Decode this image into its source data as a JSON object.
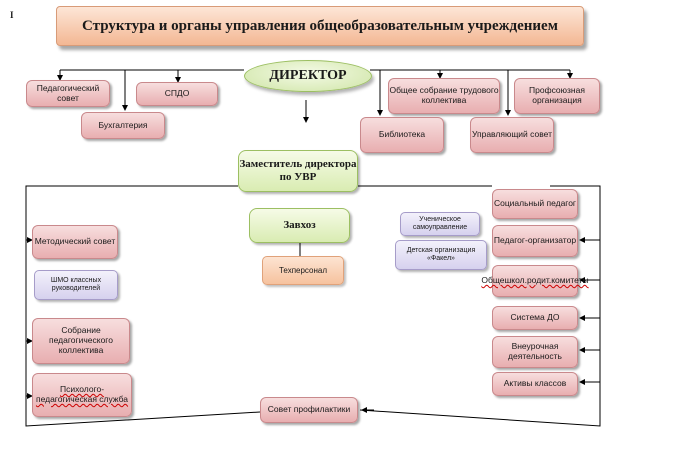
{
  "title": "Структура и органы управления общеобразовательным учреждением",
  "marker": "I",
  "director": "ДИРЕКТОР",
  "top_left": {
    "ped_sovet": "Педагогический совет",
    "spdo": "СПДО",
    "buhgalteria": "Бухгалтерия"
  },
  "top_right": {
    "obshchee_sobranie": "Общее собрание трудового коллектива",
    "profsoyuz": "Профсоюзная организация",
    "biblioteka": "Библиотека",
    "upr_sovet": "Управляющий совет"
  },
  "deputy": "Заместитель директора по УВР",
  "zavhoz": "Завхоз",
  "tehpersonal": "Техперсонал",
  "left_column": {
    "metod_sovet": "Методический совет",
    "shmo": "ШМО классных руководителей",
    "sobranie_ped": "Собрание педагогического коллектива",
    "psych_service": "Психолого-педагогическая служба"
  },
  "middle_right": {
    "uch_samoupr": "Ученическое самоуправление",
    "det_org": "Детская организация «Факел»"
  },
  "right_column": {
    "soc_pedagog": "Социальный педагог",
    "ped_org": "Педагог-организатор",
    "obshcheshk": "Общешкол.родит.комитеты",
    "sistema_do": "Система ДО",
    "vneurochnaya": "Внеурочная деятельность",
    "aktivy": "Активы классов"
  },
  "sovet_profilaktiki": "Совет профилактики",
  "colors": {
    "pink": "#e8aeb0",
    "green": "#d9ecb2",
    "lavender": "#d6d1ee",
    "peach": "#f6c29e"
  }
}
